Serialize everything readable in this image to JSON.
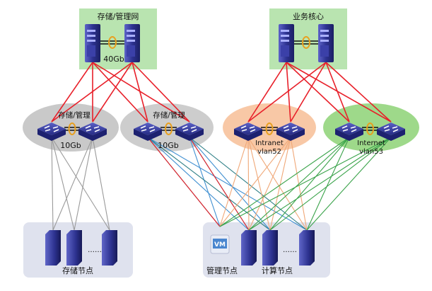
{
  "groups": {
    "core_storage": {
      "title": "存储/管理网",
      "link": "40Gb"
    },
    "core_business": {
      "title": "业务核心"
    },
    "agg1": {
      "title": "存储/管理",
      "link": "10Gb"
    },
    "agg2": {
      "title": "存储/管理",
      "link": "10Gb"
    },
    "agg3": {
      "name": "Intranet",
      "vlan": "vlan52"
    },
    "agg4": {
      "name": "Internet",
      "vlan": "vlan53"
    }
  },
  "nodes": {
    "storage_label": "存储节点",
    "mgmt_label": "管理节点",
    "compute_label": "计算节点",
    "vm_badge": "VM",
    "ellipsis": "……"
  },
  "colors": {
    "red_link": "#e8202a",
    "gray_link": "#9a9a9a",
    "blue_link": "#3f8fd1",
    "teal_link": "#2e7f86",
    "orange_link": "#f0a878",
    "green_link": "#3aa34a",
    "core_bg": "#b9e4b0",
    "storage_ellipse": "#c9c9c9",
    "intranet_ellipse": "#f8c8a6",
    "internet_ellipse": "#9ed98a",
    "device": "#2b2f8f",
    "node_panel": "#dfe2ee"
  }
}
